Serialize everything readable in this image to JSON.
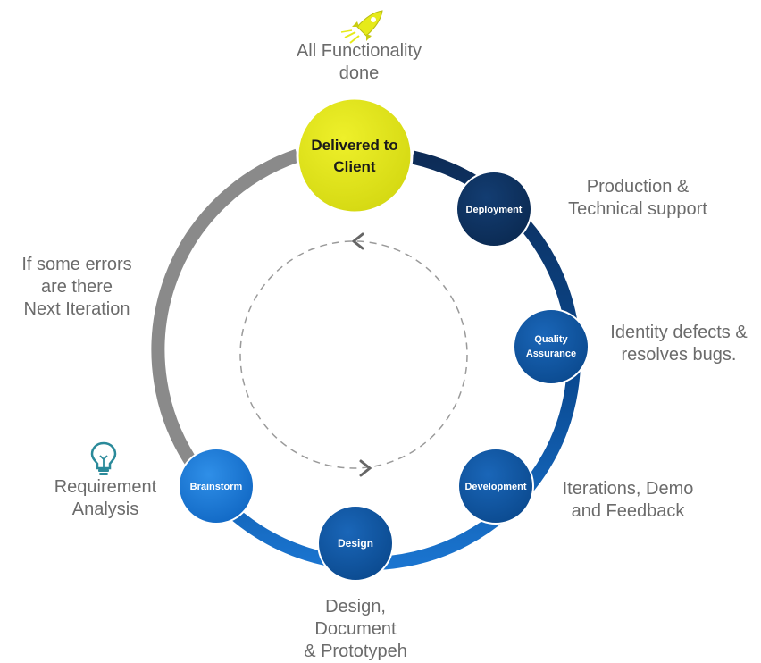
{
  "colors": {
    "ring_gray": "#8a8a8a",
    "ring_dark": "#0f2a52",
    "ring_blue": "#0a4f9a",
    "highlight_yellow": "#dde11a",
    "dashed_gray": "#9a9a9a",
    "text_gray": "#6b6b6b"
  },
  "delivered": {
    "line1": "Delivered to",
    "line2": "Client",
    "note": [
      "All Functionality",
      "done"
    ],
    "icon": "rocket-icon"
  },
  "nodes": {
    "deployment": {
      "label": "Deployment",
      "note": [
        "Production &",
        "Technical support"
      ]
    },
    "qa": {
      "line1": "Quality",
      "line2": "Assurance",
      "note": [
        "Identity defects &",
        "resolves bugs."
      ]
    },
    "development": {
      "label": "Development",
      "note": [
        "Iterations, Demo",
        "and Feedback"
      ]
    },
    "design": {
      "label": "Design",
      "note": [
        "Design,",
        "Document",
        "& Prototypeh"
      ]
    },
    "brainstorm": {
      "label": "Brainstorm",
      "note": [
        "Requirement",
        "Analysis"
      ],
      "icon": "lightbulb-icon"
    }
  },
  "iteration_note": [
    "If some errors",
    "are there",
    "Next Iteration"
  ]
}
